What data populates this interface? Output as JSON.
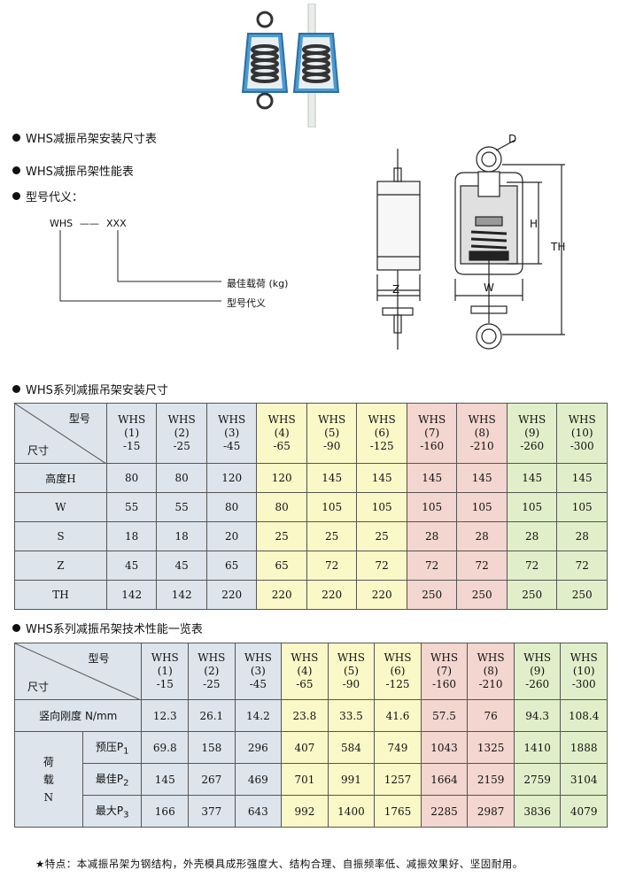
{
  "bullets": {
    "b1": "WHS减振吊架安装尺寸表",
    "b2": "WHS减振吊架性能表",
    "b3": "型号代义："
  },
  "model_code": {
    "prefix": "WHS",
    "dash": "——",
    "suffix": "XXX",
    "label_load": "最佳载荷 (kg)",
    "label_model": "型号代义"
  },
  "drawing_labels": {
    "d": "D",
    "h": "H",
    "th": "TH",
    "z": "Z",
    "w": "W"
  },
  "table1": {
    "title": "WHS系列减振吊架安装尺寸",
    "corner_top": "型号",
    "corner_bottom": "尺寸",
    "columns": [
      [
        "WHS",
        "(1)",
        "-15"
      ],
      [
        "WHS",
        "(2)",
        "-25"
      ],
      [
        "WHS",
        "(3)",
        "-45"
      ],
      [
        "WHS",
        "(4)",
        "-65"
      ],
      [
        "WHS",
        "(5)",
        "-90"
      ],
      [
        "WHS",
        "(6)",
        "-125"
      ],
      [
        "WHS",
        "(7)",
        "-160"
      ],
      [
        "WHS",
        "(8)",
        "-210"
      ],
      [
        "WHS",
        "(9)",
        "-260"
      ],
      [
        "WHS",
        "(10)",
        "-300"
      ]
    ],
    "rows": [
      {
        "label": "高度H",
        "values": [
          "80",
          "80",
          "120",
          "120",
          "145",
          "145",
          "145",
          "145",
          "145",
          "145"
        ]
      },
      {
        "label": "W",
        "values": [
          "55",
          "55",
          "80",
          "80",
          "105",
          "105",
          "105",
          "105",
          "105",
          "105"
        ]
      },
      {
        "label": "S",
        "values": [
          "18",
          "18",
          "20",
          "25",
          "25",
          "25",
          "28",
          "28",
          "28",
          "28"
        ]
      },
      {
        "label": "Z",
        "values": [
          "45",
          "45",
          "65",
          "65",
          "72",
          "72",
          "72",
          "72",
          "72",
          "72"
        ]
      },
      {
        "label": "TH",
        "values": [
          "142",
          "142",
          "220",
          "220",
          "220",
          "220",
          "250",
          "250",
          "250",
          "250"
        ]
      }
    ]
  },
  "table2": {
    "title": "WHS系列减振吊架技术性能一览表",
    "corner_top": "型号",
    "corner_bottom": "尺寸",
    "columns": [
      [
        "WHS",
        "(1)",
        "-15"
      ],
      [
        "WHS",
        "(2)",
        "-25"
      ],
      [
        "WHS",
        "(3)",
        "-45"
      ],
      [
        "WHS",
        "(4)",
        "-65"
      ],
      [
        "WHS",
        "(5)",
        "-90"
      ],
      [
        "WHS",
        "(6)",
        "-125"
      ],
      [
        "WHS",
        "(7)",
        "-160"
      ],
      [
        "WHS",
        "(8)",
        "-210"
      ],
      [
        "WHS",
        "(9)",
        "-260"
      ],
      [
        "WHS",
        "(10)",
        "-300"
      ]
    ],
    "stiffness": {
      "label": "竖向刚度 N/mm",
      "values": [
        "12.3",
        "26.1",
        "14.2",
        "23.8",
        "33.5",
        "41.6",
        "57.5",
        "76",
        "94.3",
        "108.4"
      ]
    },
    "load_group": {
      "c1": "荷",
      "c2": "载",
      "c3": "N"
    },
    "loads": [
      {
        "label": "预压",
        "sub": "1",
        "values": [
          "69.8",
          "158",
          "296",
          "407",
          "584",
          "749",
          "1043",
          "1325",
          "1410",
          "1888"
        ]
      },
      {
        "label": "最佳",
        "sub": "2",
        "values": [
          "145",
          "267",
          "469",
          "701",
          "991",
          "1257",
          "1664",
          "2159",
          "2759",
          "3104"
        ]
      },
      {
        "label": "最大",
        "sub": "3",
        "values": [
          "166",
          "377",
          "643",
          "992",
          "1400",
          "1765",
          "2285",
          "2987",
          "3836",
          "4079"
        ]
      }
    ]
  },
  "footer": "★特点：本减振吊架为钢结构，外壳模具成形强度大、结构合理、自振频率低、减振效果好、坚固耐用。"
}
